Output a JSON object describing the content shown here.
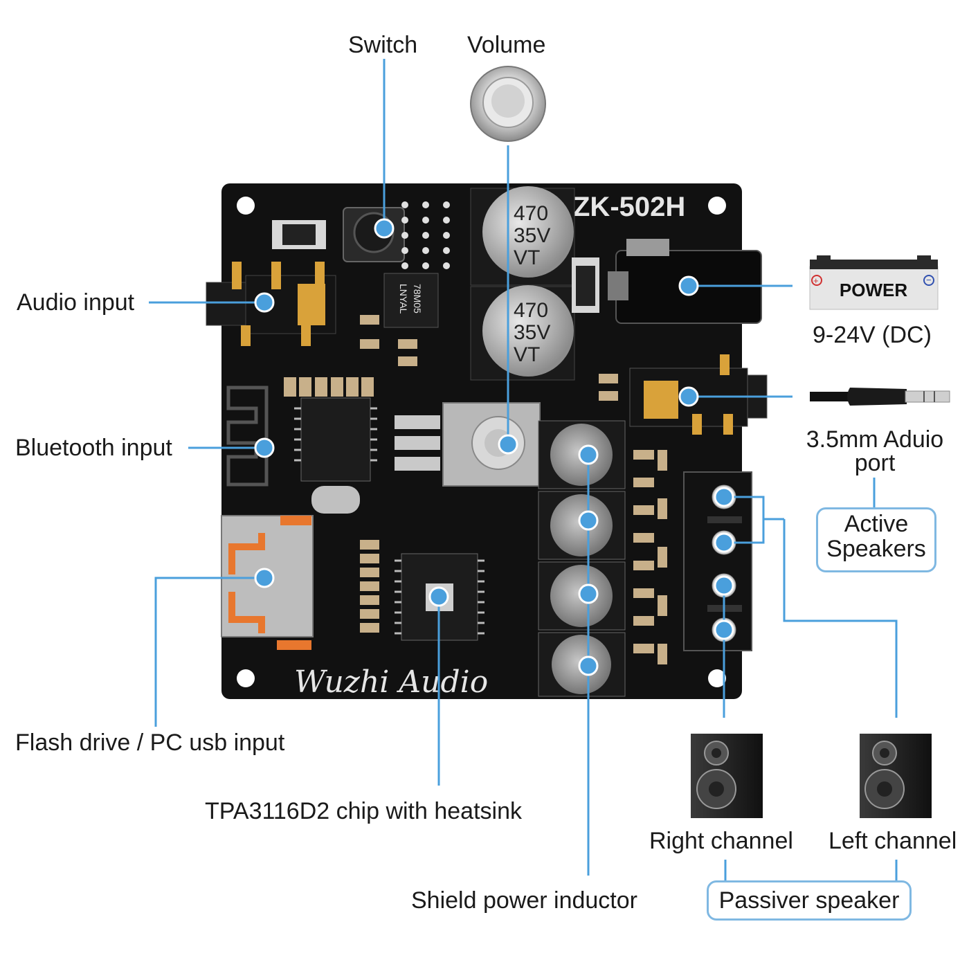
{
  "board": {
    "model": "ZK-502H",
    "brand": "Wuzhi Audio",
    "capacitor_marking": [
      "470",
      "35V",
      "VT"
    ],
    "regulator_marking": [
      "78M05",
      "LNYAL"
    ]
  },
  "labels": {
    "switch": "Switch",
    "volume": "Volume",
    "audio_input": "Audio input",
    "bluetooth_input": "Bluetooth input",
    "usb_input": "Flash drive / PC usb input",
    "chip": "TPA3116D2 chip with heatsink",
    "inductor": "Shield power inductor",
    "power_voltage": "9-24V (DC)",
    "power_badge": "POWER",
    "audio_port_line1": "3.5mm Aduio",
    "audio_port_line2": "port",
    "active_line1": "Active",
    "active_line2": "Speakers",
    "right_channel": "Right channel",
    "left_channel": "Left channel",
    "passive_speaker": "Passiver speaker"
  },
  "colors": {
    "accent": "#4a9fdc",
    "pcb": "#111111",
    "box_border": "#7fb8e2"
  }
}
